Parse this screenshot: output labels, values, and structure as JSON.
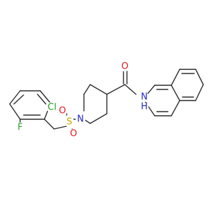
{
  "molecule": {
    "atoms": {
      "o_carbonyl": {
        "label": "O",
        "color": "#e8141b"
      },
      "n_amide": {
        "label": "N",
        "color": "#2323c8"
      },
      "h_amide": {
        "label": "H",
        "color": "#2323c8"
      },
      "n_piperidine": {
        "label": "N",
        "color": "#2323c8"
      },
      "s_sulfonyl": {
        "label": "S",
        "color": "#c8a300"
      },
      "o_sulfonyl_left": {
        "label": "O",
        "color": "#e8141b"
      },
      "o_sulfonyl_right": {
        "label": "O",
        "color": "#e8141b"
      },
      "cl": {
        "label": "Cl",
        "color": "#1a9e1a"
      },
      "f": {
        "label": "F",
        "color": "#2a9e2a"
      }
    }
  }
}
